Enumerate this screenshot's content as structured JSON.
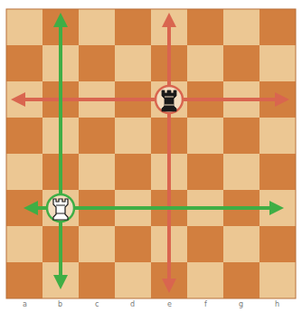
{
  "diagram": {
    "labels": [
      "a",
      "b",
      "c",
      "d",
      "e",
      "f",
      "g",
      "h"
    ]
  }
}
